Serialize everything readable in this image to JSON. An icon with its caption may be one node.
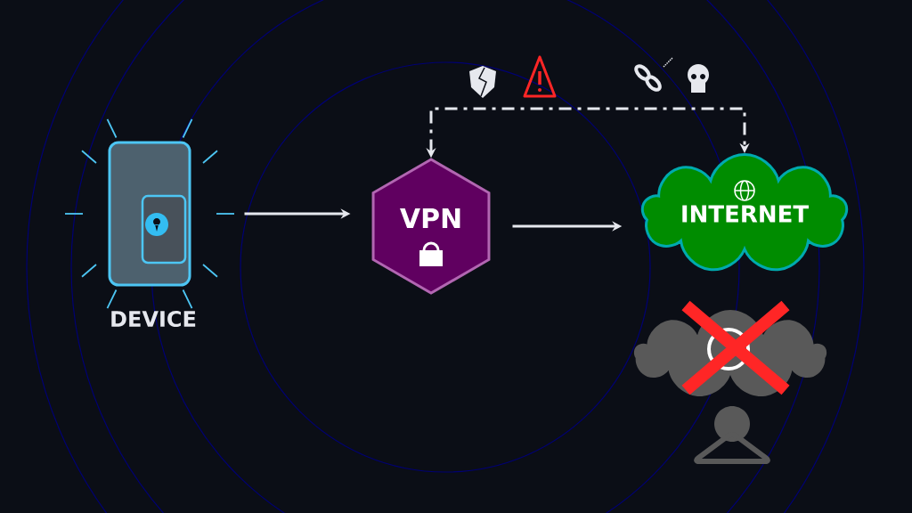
{
  "diagram": {
    "nodes": [
      {
        "text": [
          "DEVICE"
        ]
      },
      {
        "text": [
          "VPN"
        ]
      },
      {
        "text": [
          "INTERNET"
        ]
      },
      {
        "text": [],
        "shape": "cloud"
      }
    ],
    "edges": [
      {
        "from": 0,
        "to": 1,
        "arrow": "to"
      },
      {
        "from": 1,
        "to": 2,
        "arrow": "to"
      },
      {
        "from": 1,
        "to": 2,
        "arrow": "both",
        "style": "dashed"
      }
    ]
  }
}
